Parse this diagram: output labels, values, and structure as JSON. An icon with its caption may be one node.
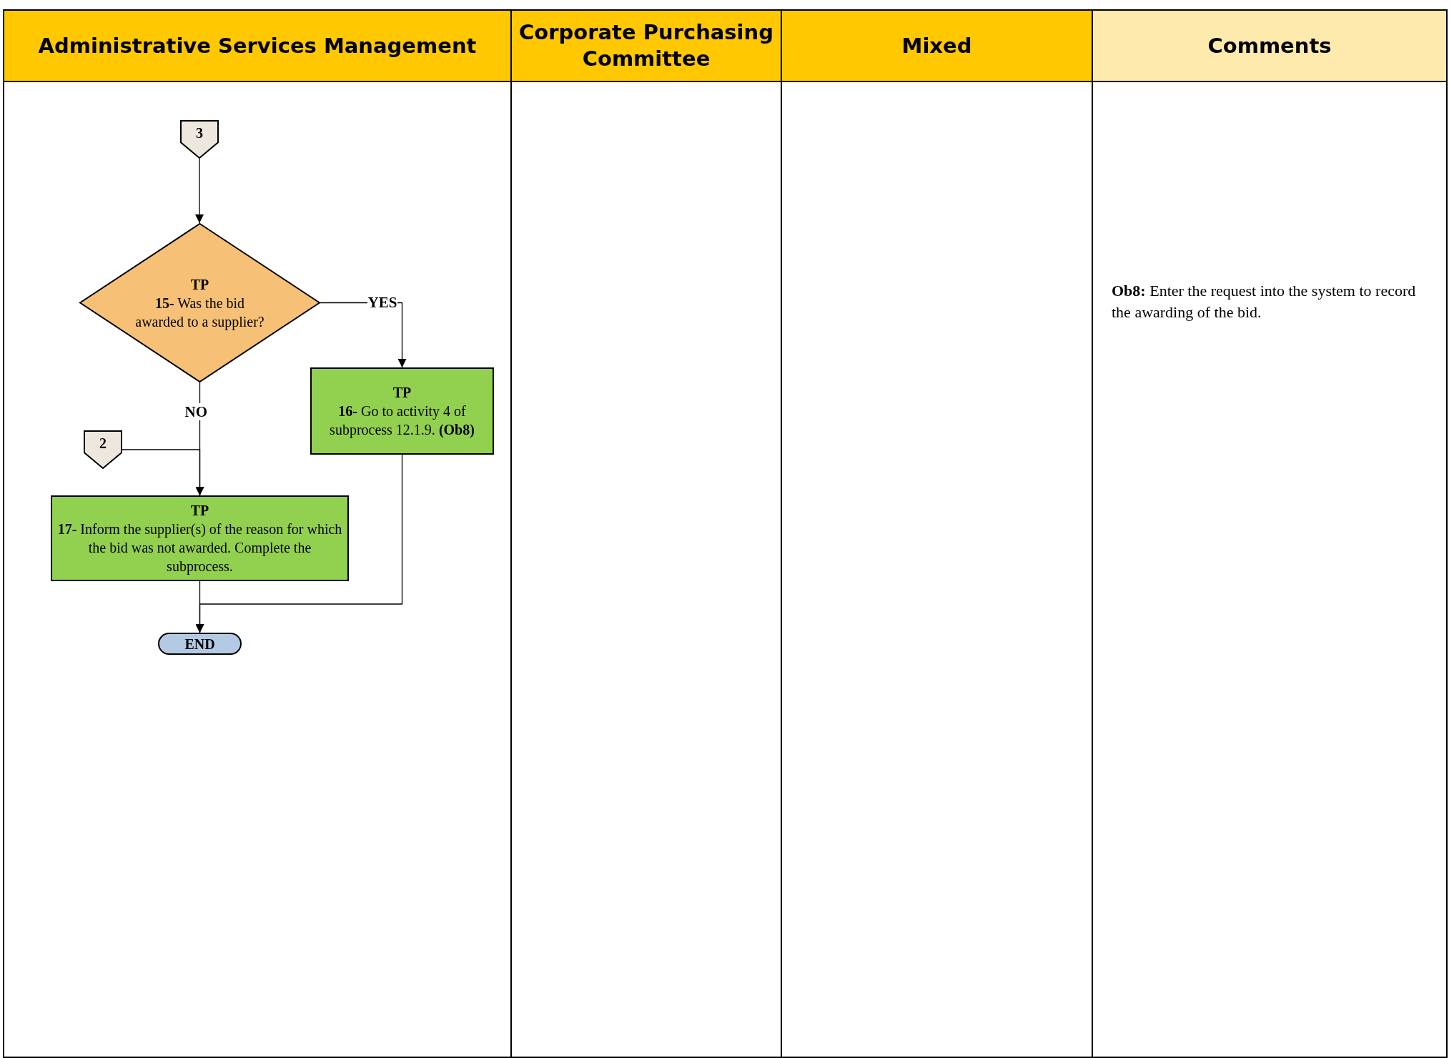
{
  "diagram": {
    "nodes": [
      {
        "text": [
          "Administrative Services Management"
        ]
      },
      {
        "text": [
          "Corporate Purchasing Committee"
        ]
      },
      {
        "text": [
          "Mixed"
        ]
      },
      {
        "text": [
          "Comments"
        ]
      },
      {
        "text": [
          "3"
        ],
        "in": 0
      },
      {
        "text": [
          "TP",
          "**15-** Was the bid awarded to a supplier?"
        ],
        "in": 0
      },
      {
        "text": [
          "TP",
          "**16-** Go to activity 4 of subprocess 12.1.9. **(Ob8)**"
        ],
        "in": 0
      },
      {
        "text": [
          "2"
        ],
        "in": 0
      },
      {
        "text": [
          "TP",
          "**17-** Inform the supplier(s) of the reason for which the bid was not awarded. Complete the subprocess."
        ],
        "in": 0
      },
      {
        "text": [
          "END"
        ],
        "in": 0
      }
    ],
    "edges": [
      {
        "from": 4,
        "to": 5,
        "arrow": "to"
      },
      {
        "from": 5,
        "to": 6,
        "arrow": "to",
        "label": "YES"
      },
      {
        "from": 5,
        "to": 8,
        "arrow": "to",
        "label": "NO"
      },
      {
        "from": 7,
        "to": 8,
        "arrow": "to"
      },
      {
        "from": 6,
        "to": 9,
        "arrow": "to"
      },
      {
        "from": 8,
        "to": 9,
        "arrow": "to"
      }
    ],
    "labels": [
      "**Ob8:** Enter the request into the system to record the awarding of the bid."
    ]
  }
}
